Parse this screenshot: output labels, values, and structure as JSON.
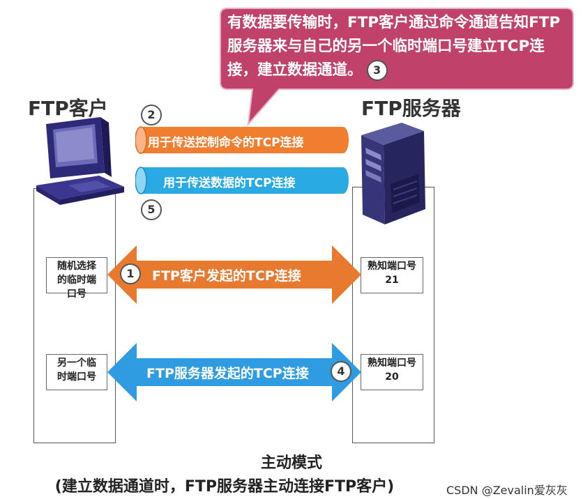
{
  "callout": {
    "text": "有数据要传输时，FTP客户通过命令通道告知FTP服务器来与自己的另一个临时端口号建立TCP连接，建立数据通道。",
    "step": "3",
    "color": "#c0426a"
  },
  "client": {
    "title": "FTP客户",
    "icon": "computer-icon"
  },
  "server": {
    "title": "FTP服务器",
    "icon": "server-icon"
  },
  "tubes": [
    {
      "step": "2",
      "label": "用于传送控制命令的TCP连接",
      "color": "#f07e2e"
    },
    {
      "step": "5",
      "label": "用于传送数据的TCP连接",
      "color": "#29aae2"
    }
  ],
  "connections": [
    {
      "step": "1",
      "label": "FTP客户发起的TCP连接",
      "color": "#e87a30",
      "client_port": "随机选择的临时端口号",
      "server_port_label": "熟知端口号",
      "server_port_number": "21"
    },
    {
      "step": "4",
      "label": "FTP服务器发起的TCP连接",
      "color": "#2f9be0",
      "client_port": "另一个临时端口号",
      "server_port_label": "熟知端口号",
      "server_port_number": "20"
    }
  ],
  "caption": {
    "line1": "主动模式",
    "line2": "(建立数据通道时，FTP服务器主动连接FTP客户)"
  },
  "watermark": "CSDN @Zevalin爱灰灰"
}
